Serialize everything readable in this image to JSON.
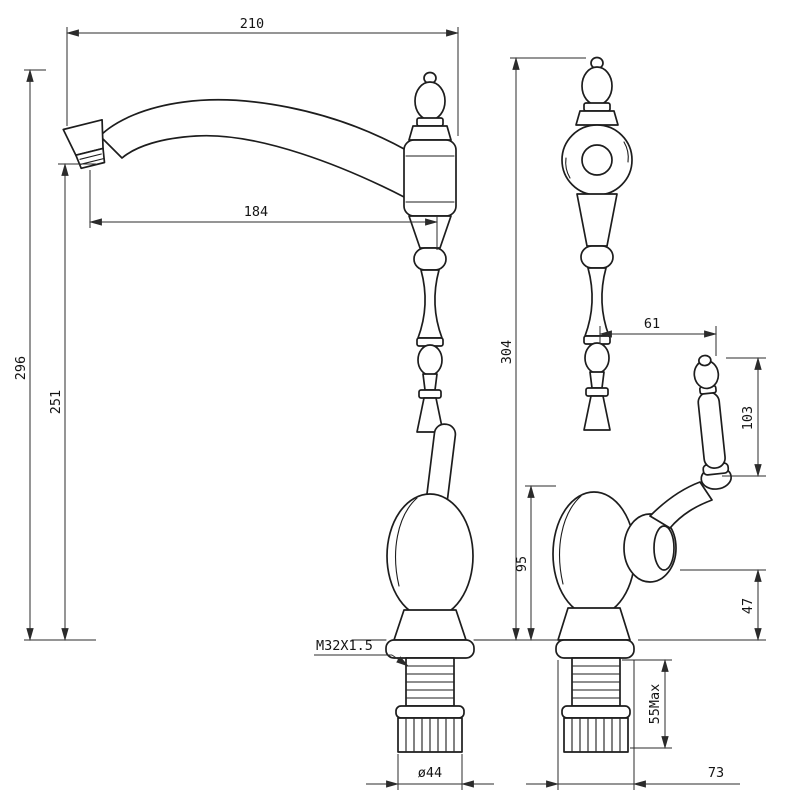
{
  "drawing": {
    "subject": "kitchen-faucet-dimensional-drawing",
    "views": [
      "front-view",
      "side-view"
    ]
  },
  "dims": {
    "spout_width": "210",
    "spout_reach": "184",
    "height_left": "296",
    "spout_outlet_height": "251",
    "height_right": "304",
    "handle_offset": "61",
    "handle_length": "103",
    "body_height": "95",
    "handle_base_gap": "47",
    "thread": "M32X1.5",
    "deck_thickness_max": "55Max",
    "shank_diameter": "ø44",
    "base_width": "73"
  },
  "colors": {
    "line": "#1d1d1d",
    "dimension_line": "#2b2b2b",
    "background": "#ffffff"
  }
}
